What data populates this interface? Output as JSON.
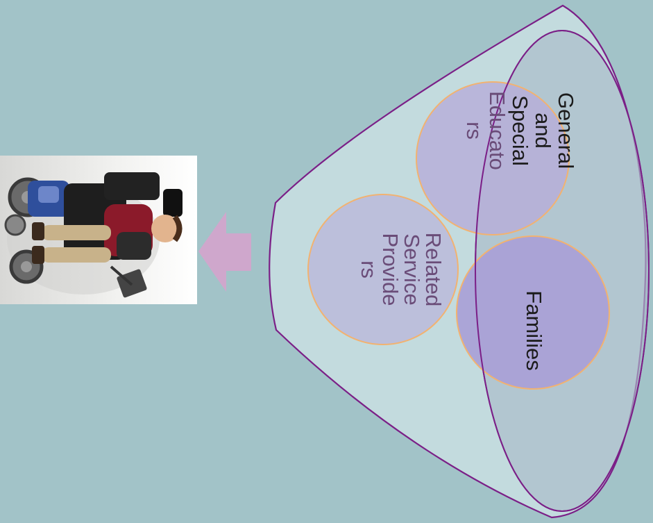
{
  "colors": {
    "background": "#a2c3c8",
    "funnel_fill": "#c3dbde",
    "funnel_stroke": "#7b1f87",
    "ellipse_fill": "#a9bcc8",
    "circle_fill": "#b7acd8",
    "circle_stroke": "#f2b270",
    "arrow": "#d4a4cc",
    "label_dark": "#1b1b1b",
    "label_purple": "#6a4c78"
  },
  "photo": {
    "icon": "person-in-wheelchair-photo"
  },
  "arrow": {
    "icon": "arrow-left"
  },
  "diagram": {
    "groups": [
      {
        "name": "general-special-educators",
        "lines": [
          "General",
          "and",
          "Special"
        ],
        "overflow_lines": [
          "Educato",
          "rs"
        ]
      },
      {
        "name": "related-service-providers",
        "lines": [
          "Related",
          "Service",
          "Provide",
          "rs"
        ]
      },
      {
        "name": "families",
        "lines": [
          "Families"
        ]
      }
    ]
  }
}
